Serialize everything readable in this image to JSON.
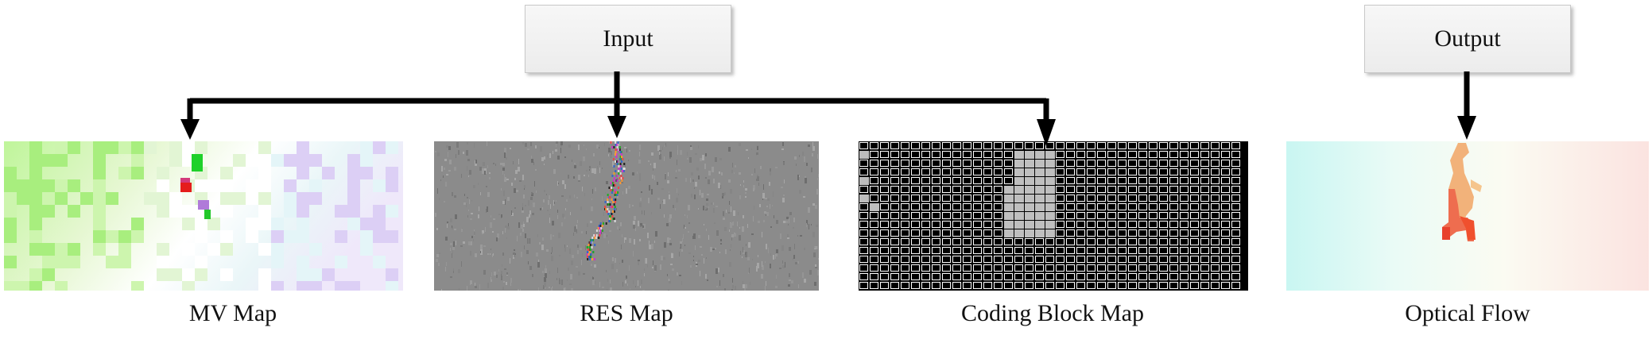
{
  "input_box": {
    "label": "Input"
  },
  "output_box": {
    "label": "Output"
  },
  "panels": [
    {
      "caption": "MV Map"
    },
    {
      "caption": "RES Map"
    },
    {
      "caption": "Coding Block Map"
    },
    {
      "caption": "Optical Flow"
    }
  ],
  "colors": {
    "arrow": "#000000",
    "box_fill": "#f0f0f0",
    "box_border": "#c9c9c9"
  }
}
